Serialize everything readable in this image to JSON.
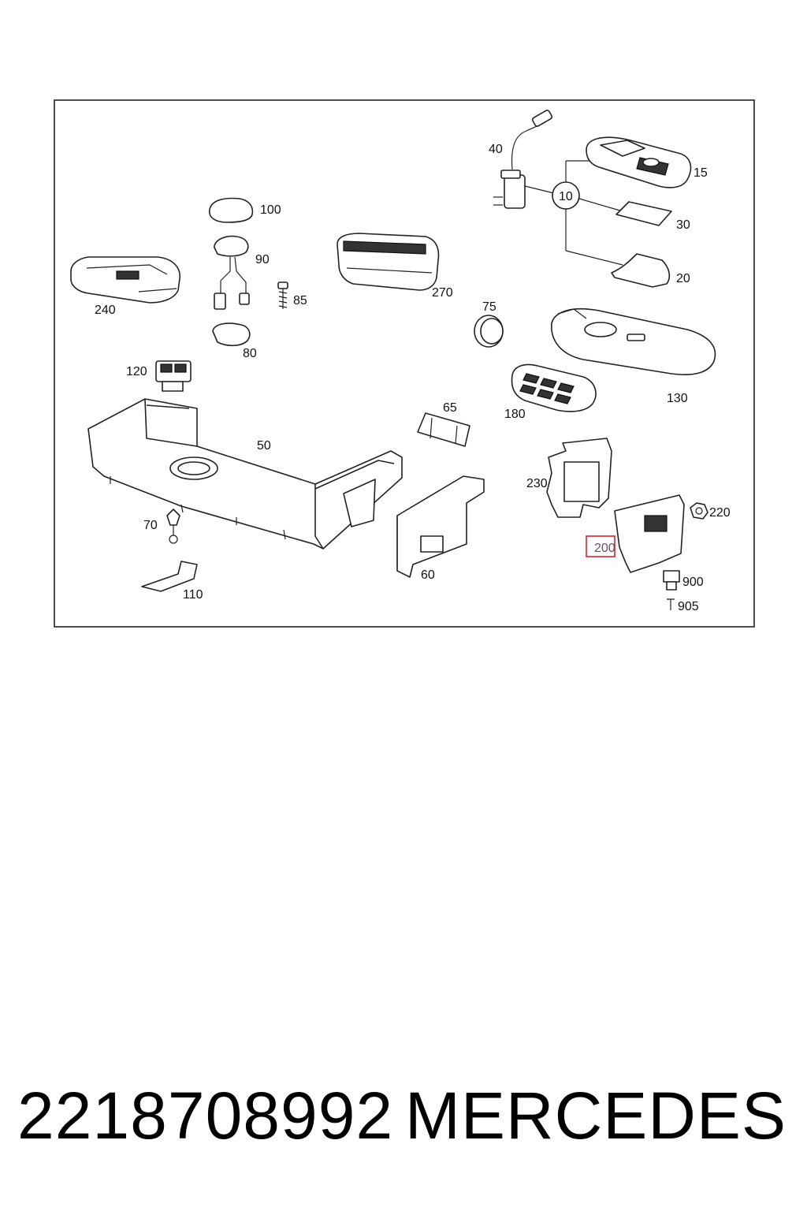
{
  "diagram": {
    "callouts": [
      "40",
      "15",
      "10",
      "30",
      "20",
      "100",
      "90",
      "85",
      "270",
      "240",
      "75",
      "80",
      "130",
      "120",
      "65",
      "180",
      "50",
      "230",
      "220",
      "70",
      "200",
      "60",
      "110",
      "900",
      "905"
    ],
    "highlighted_callout": "200",
    "highlight_color": "#e0202a"
  },
  "footer": {
    "part_number": "2218708992",
    "brand": "MERCEDES"
  }
}
